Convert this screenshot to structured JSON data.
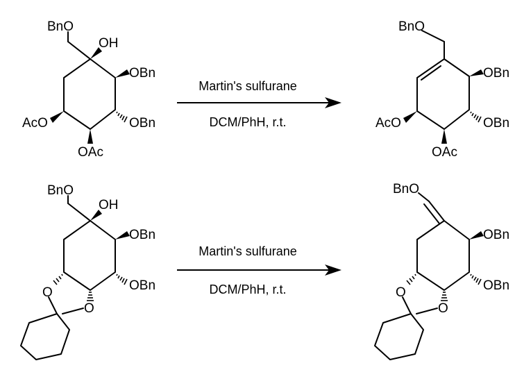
{
  "reactions": [
    {
      "reagent": "Martin's sulfurane",
      "conditions": "DCM/PhH, r.t.",
      "substrate": {
        "labels": {
          "bno": "BnO",
          "oh": "OH",
          "obn1": "OBn",
          "obn2": "OBn",
          "aco": "AcO",
          "oac": "OAc"
        }
      },
      "product": {
        "labels": {
          "bno": "BnO",
          "obn1": "OBn",
          "obn2": "OBn",
          "aco": "AcO",
          "oac": "OAc"
        }
      }
    },
    {
      "reagent": "Martin's sulfurane",
      "conditions": "DCM/PhH, r.t.",
      "substrate": {
        "labels": {
          "bno": "BnO",
          "oh": "OH",
          "obn1": "OBn",
          "obn2": "OBn",
          "o1": "O",
          "o2": "O"
        }
      },
      "product": {
        "labels": {
          "bno": "BnO",
          "obn1": "OBn",
          "obn2": "OBn",
          "o1": "O",
          "o2": "O"
        }
      }
    }
  ]
}
